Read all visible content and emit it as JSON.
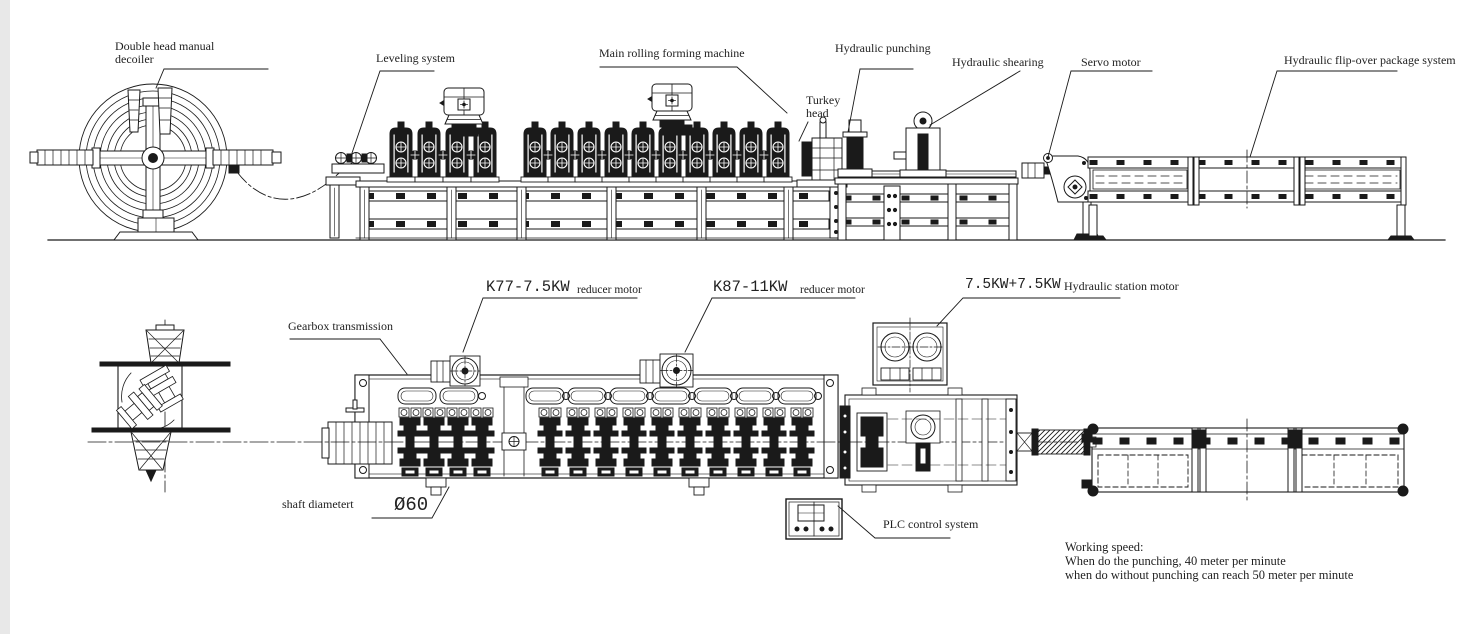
{
  "colors": {
    "background": "#ffffff",
    "edge_strip": "#e8e8e8",
    "line": "#1a1a1a"
  },
  "side_view": {
    "labels": {
      "decoiler_l1": "Double head manual",
      "decoiler_l2": "decoiler",
      "leveling": "Leveling system",
      "main": "Main rolling forming machine",
      "punching": "Hydraulic punching",
      "turkey_l1": "Turkey",
      "turkey_l2": "head",
      "shearing": "Hydraulic shearing",
      "servo": "Servo motor",
      "flip_over": "Hydraulic flip-over package system"
    }
  },
  "plan_view": {
    "labels": {
      "k77_code": "K77-7.5KW",
      "k77_desc": "reducer motor",
      "k87_code": "K87-11KW",
      "k87_desc": "reducer motor",
      "hyd_code": "7.5KW+7.5KW",
      "hyd_desc": "Hydraulic station motor",
      "gearbox": "Gearbox transmission",
      "shaft_label": "shaft diametert",
      "shaft_value": "Ø60",
      "plc": "PLC control system"
    }
  },
  "notes": {
    "l1": "Working speed:",
    "l2": "When do the punching, 40 meter per minute",
    "l3": "when do without punching can reach 50 meter per minute"
  }
}
